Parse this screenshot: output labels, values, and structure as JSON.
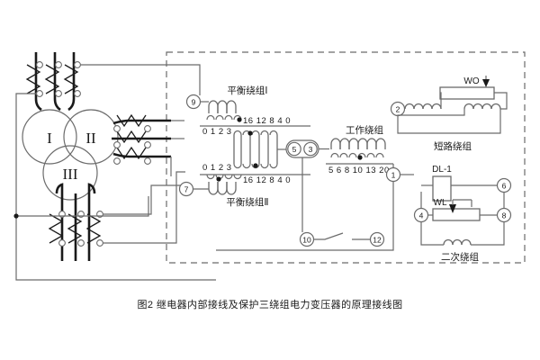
{
  "figure": {
    "caption": "图2 继电器内部接线及保护三绕组电力变压器的原理接线图",
    "border_style": "dashed",
    "colors": {
      "line": "#6b6b6b",
      "heavy": "#1a1a1a",
      "text": "#1a1a1a",
      "background": "#ffffff"
    }
  },
  "transformer": {
    "windings": [
      {
        "label": "I"
      },
      {
        "label": "II"
      },
      {
        "label": "III"
      }
    ]
  },
  "relay": {
    "balance_winding_1": {
      "label": "平衡绕组Ⅰ",
      "terminal": "9",
      "taps_lower": "0 1 2 3",
      "taps_upper": "16 12 8 4 0"
    },
    "balance_winding_2": {
      "label": "平衡绕组Ⅱ",
      "terminal": "7",
      "taps_upper": "0 1 2 3",
      "taps_lower": "16 12 8 4 0"
    },
    "working_winding": {
      "label": "工作绕组",
      "taps": "5 6 8 10 13 20",
      "terminal": "1"
    },
    "mid_terminals": [
      "5",
      "3"
    ],
    "contact": {
      "left_terminal": "10",
      "right_terminal": "12"
    },
    "short_circuit_winding": {
      "label": "短路绕组",
      "terminal": "2",
      "rheostat": "WO"
    },
    "secondary_winding": {
      "label": "二次绕组",
      "relay_label": "DL-1",
      "rheostat": "WL",
      "terminals": [
        "4",
        "6",
        "8"
      ]
    }
  }
}
